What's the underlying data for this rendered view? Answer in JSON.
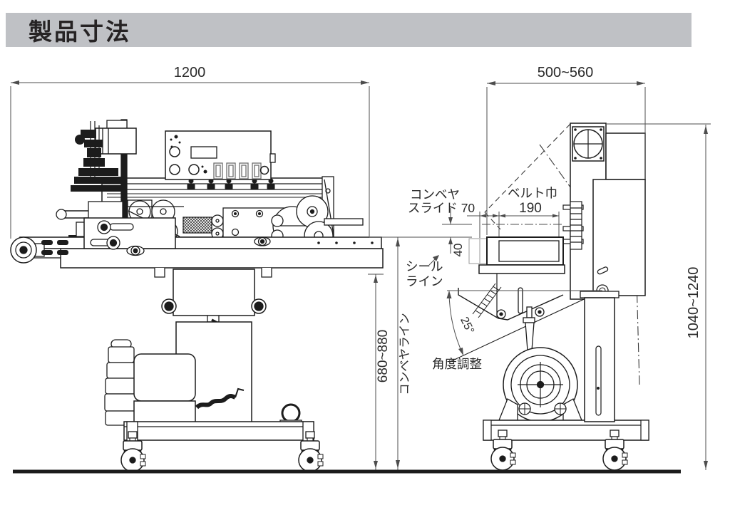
{
  "title": "製品寸法",
  "colors": {
    "line": "#1c1c1c",
    "dimension": "#4d4d4d",
    "title_bg": "#bfc1c5",
    "title_text": "#262324",
    "ground": "#1c1c1c"
  },
  "side_view": {
    "width_dim": "1200"
  },
  "end_view": {
    "width_dim": "500~560",
    "overall_height_dim": "1040~1240",
    "conveyor_height_dim": "680~880",
    "seal_offset_dim": "40",
    "belt_width_label": "ベルト巾",
    "belt_width_value": "190",
    "conveyor_slide_line1": "コンベヤ",
    "conveyor_slide_line2": "スライド 70",
    "seal_line_line1": "シール",
    "seal_line_line2": "ライン",
    "conveyor_line_label": "コンベヤライン",
    "tilt_angle": "25°",
    "angle_adjust_label": "角度調整"
  }
}
